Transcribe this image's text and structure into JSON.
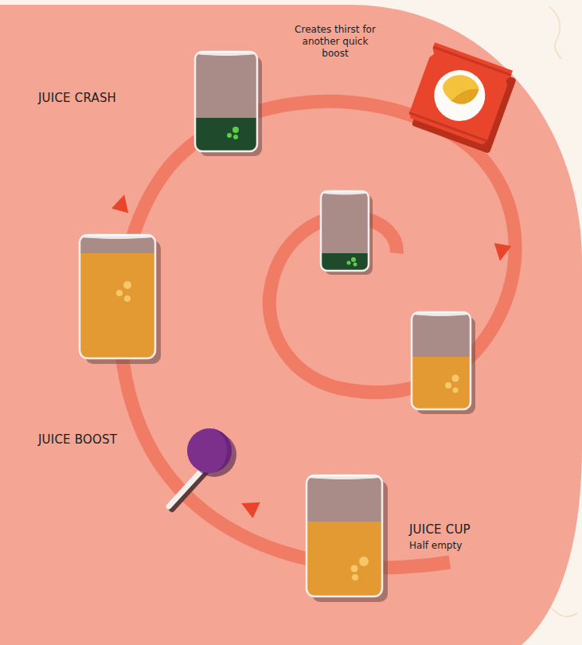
{
  "diagram": {
    "labels": [
      "JUICE CRASH",
      "Creates thirst for another quick boost",
      "JUICE BOOST",
      "JUICE CUP",
      "Half empty"
    ]
  }
}
